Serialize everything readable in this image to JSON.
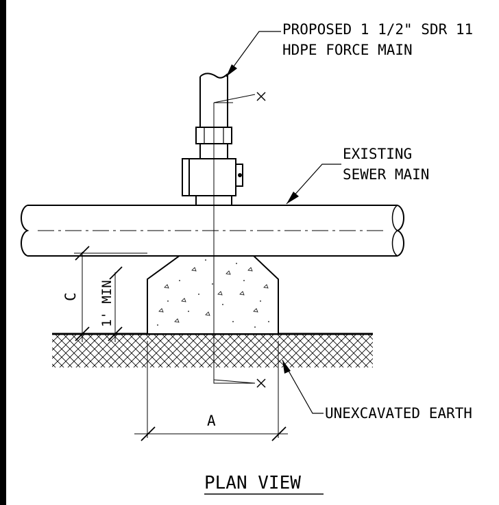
{
  "labels": {
    "force_main_line1": "PROPOSED 1 1/2\" SDR 11",
    "force_main_line2": "HDPE FORCE MAIN",
    "existing_line1": "EXISTING",
    "existing_line2": "SEWER MAIN",
    "unexcavated": "UNEXCAVATED EARTH",
    "dim_a": "A",
    "dim_c": "C",
    "dim_min": "1' MIN",
    "section_mark_top": "X",
    "section_mark_bottom": "X",
    "view_title": "PLAN VIEW"
  },
  "colors": {
    "line": "#000000",
    "background": "#ffffff"
  }
}
